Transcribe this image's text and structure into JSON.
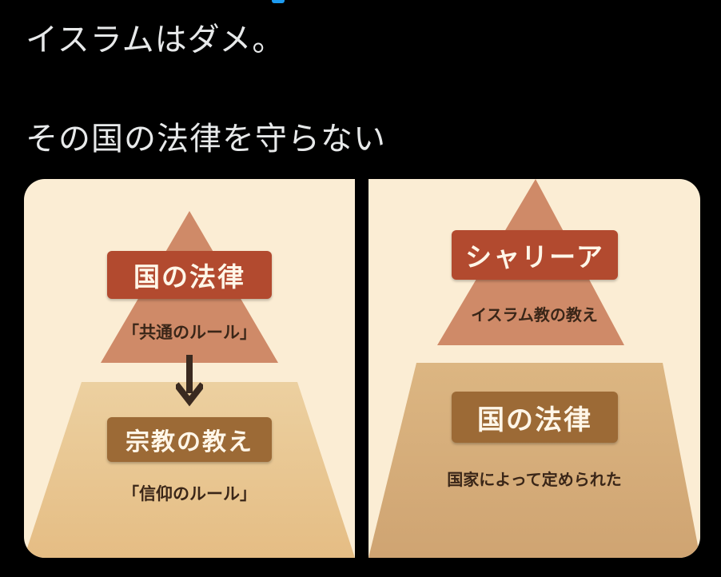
{
  "post": {
    "line1": "イスラムはダメ。",
    "line2": "その国の法律を守らない"
  },
  "left_panel": {
    "top_label": "国の法律",
    "top_caption": "「共通のルール」",
    "bottom_label": "宗教の教え",
    "bottom_caption": "「信仰のルール」",
    "arrow_icon": "arrow-down-icon"
  },
  "right_panel": {
    "top_label": "シャリーア",
    "top_caption": "イスラム教の教え",
    "bottom_label": "国の法律",
    "bottom_caption": "国家によって定められた"
  },
  "colors": {
    "background": "#000000",
    "text": "#e7e9ea",
    "panel_bg": "#fbedd4",
    "triangle": "#cf8a68",
    "trapezoid": "#e8c48e",
    "red_box": "#b24a2f",
    "brown_box": "#9c6a36",
    "right_trapezoid": "#d6ad7a"
  }
}
